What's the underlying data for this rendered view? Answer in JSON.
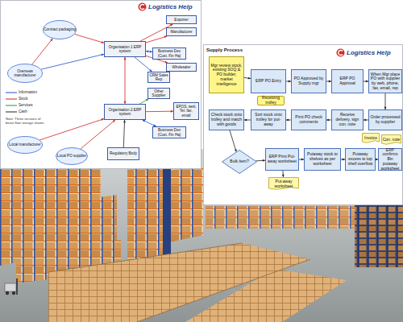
{
  "diagram": {
    "nodes": [
      {
        "text": [
          "Contract packaging"
        ]
      },
      {
        "text": [
          "Exporter"
        ]
      },
      {
        "text": [
          "Organisation 1 ERP system"
        ]
      },
      {
        "text": [
          "Manufacturer"
        ]
      },
      {
        "text": [
          "Business Dev (Cust. Fin Ha)"
        ]
      },
      {
        "text": [
          "Wholesaler"
        ]
      },
      {
        "text": [
          "Overseas manufacturer"
        ]
      },
      {
        "text": [
          "CRM Sales Rep"
        ]
      },
      {
        "text": [
          "Other Supplier"
        ]
      },
      {
        "text": [
          "EPOS, web, Tel. fax, email"
        ]
      },
      {
        "text": [
          "Organisation 2 ERP system"
        ]
      },
      {
        "text": [
          "Business Dev (Cust. Fin Ha)"
        ]
      },
      {
        "text": [
          "Local manufacturer"
        ]
      },
      {
        "text": [
          "Local PO supplier"
        ]
      },
      {
        "text": [
          "Regulatory Body"
        ]
      },
      {
        "text": [
          "Mgr review stock, existing SOQ & PO builder, market intelligence"
        ]
      },
      {
        "text": [
          "ERP PO Entry"
        ]
      },
      {
        "text": [
          "PO Approved by Supply mgr"
        ]
      },
      {
        "text": [
          "ERP PO Approval"
        ]
      },
      {
        "text": [
          "When Mgr place PO with supplier by web, phone, fax, email, rep"
        ]
      },
      {
        "text": [
          "Receiving trolley"
        ]
      },
      {
        "text": [
          "Check stock onto trolley and match with goods"
        ]
      },
      {
        "text": [
          "Sort stock onto trolley for put-away"
        ]
      },
      {
        "text": [
          "Print PO check comments"
        ]
      },
      {
        "text": [
          "Receive delivery, sign con. note"
        ]
      },
      {
        "text": [
          "Order processed by supplier"
        ]
      },
      {
        "text": [
          "Invoice"
        ]
      },
      {
        "text": [
          "Con. note"
        ]
      },
      {
        "text": [
          "Bulk item?"
        ]
      },
      {
        "text": [
          "ERP Print Put-away worksheet"
        ]
      },
      {
        "text": [
          "Putaway stock to shelves as per worksheet"
        ]
      },
      {
        "text": [
          "Putaway excess to top shelf overflow"
        ]
      },
      {
        "text": [
          "ERP confirms Bin putaway worksheet"
        ]
      },
      {
        "text": [
          "Put-away worksheet"
        ]
      }
    ],
    "edges": [
      {
        "from": 6,
        "to": 0,
        "arrow": "to"
      },
      {
        "from": 0,
        "to": 2,
        "arrow": "to"
      },
      {
        "from": 6,
        "to": 2,
        "arrow": "to"
      },
      {
        "from": 2,
        "to": 1,
        "arrow": "to"
      },
      {
        "from": 2,
        "to": 3,
        "arrow": "to"
      },
      {
        "from": 2,
        "to": 4,
        "arrow": "both"
      },
      {
        "from": 2,
        "to": 5,
        "arrow": "to"
      },
      {
        "from": 2,
        "to": 7,
        "arrow": "to"
      },
      {
        "from": 10,
        "to": 8,
        "arrow": "to"
      },
      {
        "from": 10,
        "to": 9,
        "arrow": "to"
      },
      {
        "from": 10,
        "to": 11,
        "arrow": "both"
      },
      {
        "from": 12,
        "to": 10,
        "arrow": "to"
      },
      {
        "from": 13,
        "to": 10,
        "arrow": "to"
      },
      {
        "from": 14,
        "to": 10,
        "arrow": "to"
      },
      {
        "from": 2,
        "to": 10,
        "arrow": "both"
      },
      {
        "from": 15,
        "to": 16,
        "arrow": "to"
      },
      {
        "from": 16,
        "to": 17,
        "arrow": "to"
      },
      {
        "from": 17,
        "to": 18,
        "arrow": "to"
      },
      {
        "from": 18,
        "to": 19,
        "arrow": "to"
      },
      {
        "from": 19,
        "to": 25,
        "arrow": "to"
      },
      {
        "from": 25,
        "to": 24,
        "arrow": "to"
      },
      {
        "from": 24,
        "to": 23,
        "arrow": "to"
      },
      {
        "from": 23,
        "to": 22,
        "arrow": "to"
      },
      {
        "from": 22,
        "to": 21,
        "arrow": "to"
      },
      {
        "from": 21,
        "to": 28,
        "arrow": "to"
      },
      {
        "from": 28,
        "to": 29,
        "arrow": "to"
      },
      {
        "from": 29,
        "to": 30,
        "arrow": "to"
      },
      {
        "from": 30,
        "to": 31,
        "arrow": "to"
      },
      {
        "from": 31,
        "to": 32,
        "arrow": "to"
      },
      {
        "from": 29,
        "to": 33,
        "arrow": "to"
      }
    ],
    "labels": [
      "Logistics Help",
      "Note: Three versions of boost flow storage shown",
      "Supply Process",
      "Logistics Help"
    ],
    "legend": [
      {
        "text": "Information"
      },
      {
        "text": "Stock"
      },
      {
        "text": "Services"
      },
      {
        "text": "Cash"
      }
    ]
  }
}
